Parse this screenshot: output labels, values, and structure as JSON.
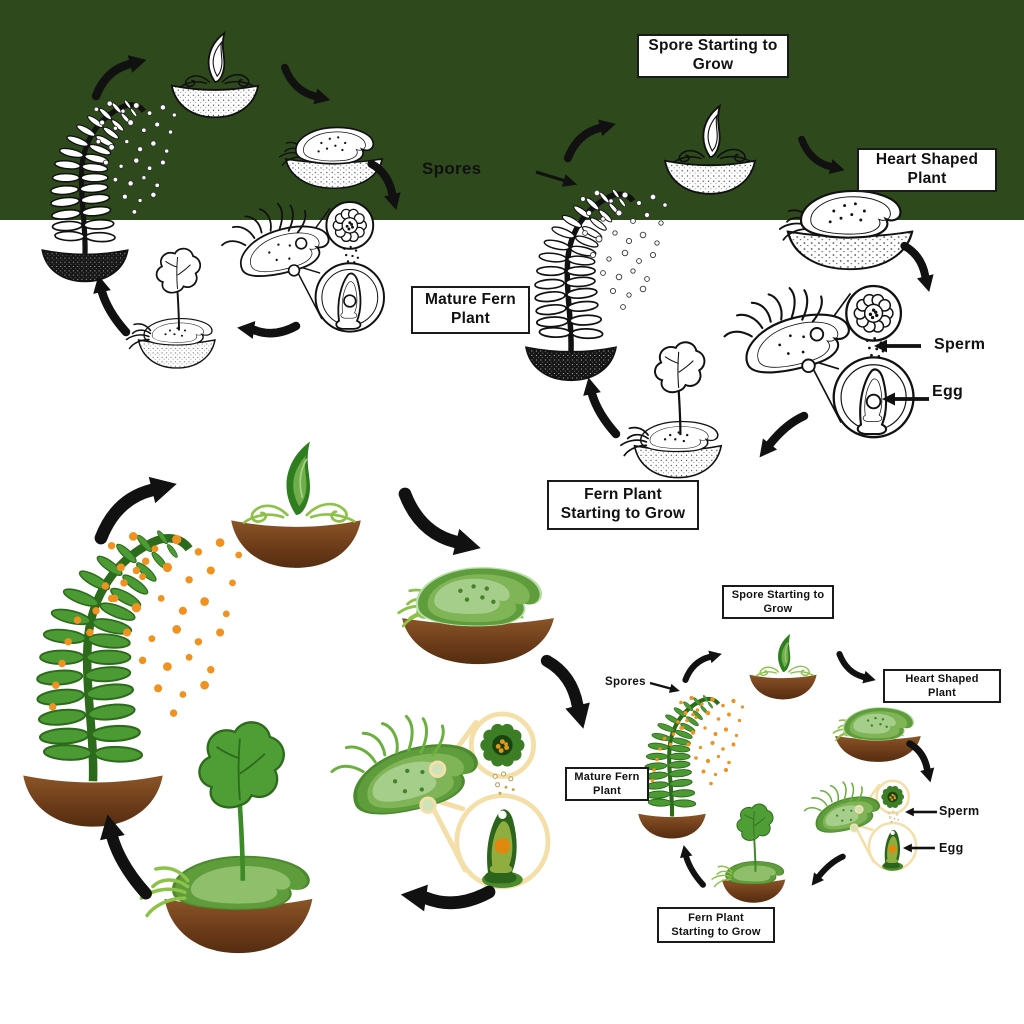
{
  "colors": {
    "header_band_green": "#2e4a1c",
    "background": "#ffffff",
    "line_art_black": "#111111",
    "label_border": "#1a1a1a",
    "soil_brown": "#6d3c1a",
    "fern_green": "#4b9a33",
    "fern_dark_green": "#2d6b1c",
    "spore_orange": "#ef921f",
    "callout_cream": "#f5dfa8"
  },
  "top_right_diagram": {
    "spore_box": {
      "line1": "Spore Starting to",
      "line2": "Grow"
    },
    "heart_box": {
      "line1": "Heart Shaped",
      "line2": "Plant"
    },
    "mature_box": {
      "line1": "Mature Fern",
      "line2": "Plant"
    },
    "fern_start_box": {
      "line1": "Fern Plant",
      "line2": "Starting to Grow"
    },
    "spores_label": "Spores",
    "sperm_label": "Sperm",
    "egg_label": "Egg"
  },
  "bottom_right_diagram": {
    "spore_box": {
      "line1": "Spore Starting to",
      "line2": "Grow"
    },
    "heart_box": {
      "line1": "Heart Shaped",
      "line2": "Plant"
    },
    "mature_box": {
      "line1": "Mature Fern",
      "line2": "Plant"
    },
    "fern_start_box": {
      "line1": "Fern Plant",
      "line2": "Starting to Grow"
    },
    "spores_label": "Spores",
    "sperm_label": "Sperm",
    "egg_label": "Egg"
  }
}
